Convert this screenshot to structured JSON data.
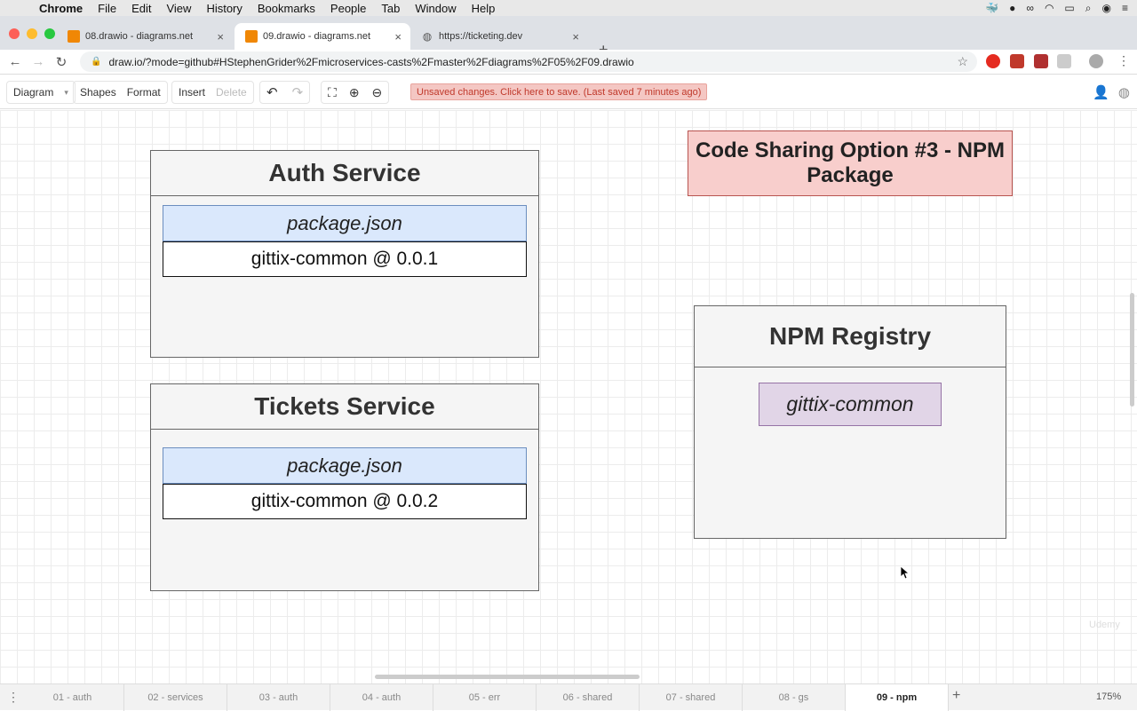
{
  "menubar": {
    "app": "Chrome",
    "items": [
      "File",
      "Edit",
      "View",
      "History",
      "Bookmarks",
      "People",
      "Tab",
      "Window",
      "Help"
    ]
  },
  "browser": {
    "tabs": [
      {
        "title": "08.drawio - diagrams.net",
        "active": false
      },
      {
        "title": "09.drawio - diagrams.net",
        "active": true
      },
      {
        "title": "https://ticketing.dev",
        "active": false
      }
    ],
    "url": "draw.io/?mode=github#HStephenGrider%2Fmicroservices-casts%2Fmaster%2Fdiagrams%2F05%2F09.drawio"
  },
  "toolbar": {
    "diagram": "Diagram",
    "shapes": "Shapes",
    "format": "Format",
    "insert": "Insert",
    "delete": "Delete",
    "unsaved": "Unsaved changes. Click here to save. (Last saved 7 minutes ago)"
  },
  "diagram": {
    "title": "Code Sharing Option #3 - NPM Package",
    "auth": {
      "title": "Auth Service",
      "package": "package.json",
      "dependency": "gittix-common @ 0.0.1"
    },
    "tickets": {
      "title": "Tickets Service",
      "package": "package.json",
      "dependency": "gittix-common @ 0.0.2"
    },
    "registry": {
      "title": "NPM Registry",
      "package": "gittix-common"
    }
  },
  "pages": {
    "tabs": [
      "01 - auth",
      "02 - services",
      "03 - auth",
      "04 - auth",
      "05 - err",
      "06 - shared",
      "07 - shared",
      "08 - gs",
      "09 - npm"
    ],
    "active_index": 8,
    "zoom": "175%"
  },
  "colors": {
    "title_fill": "#f8cecc",
    "package_fill": "#dae8fc",
    "npm_pkg_fill": "#e1d5e7",
    "box_fill": "#f5f5f5"
  }
}
